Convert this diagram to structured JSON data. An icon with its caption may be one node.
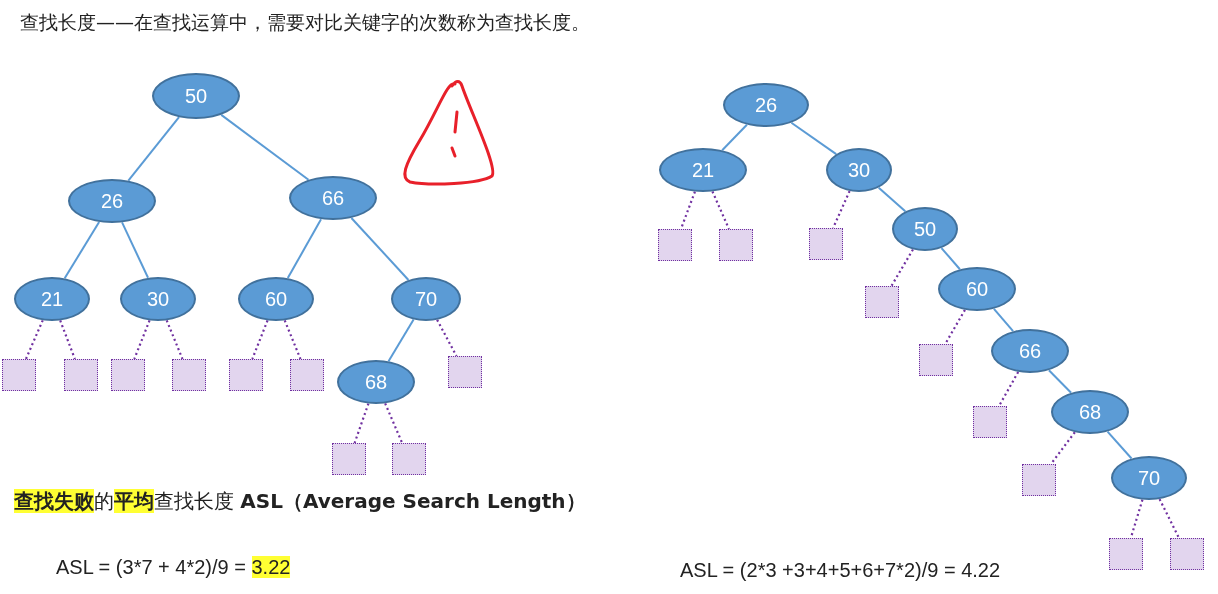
{
  "diagram": {
    "title": "查找长度——在查找运算中，需要对比关键字的次数称为查找长度。",
    "nodes": [
      {
        "text": [
          "50"
        ]
      },
      {
        "text": [
          "26"
        ]
      },
      {
        "text": [
          "66"
        ]
      },
      {
        "text": [
          "21"
        ]
      },
      {
        "text": [
          "30"
        ]
      },
      {
        "text": [
          "60"
        ]
      },
      {
        "text": [
          "70"
        ]
      },
      {
        "text": [
          "68"
        ]
      },
      {
        "text": [],
        "shape": "box"
      },
      {
        "text": [],
        "shape": "box"
      },
      {
        "text": [],
        "shape": "box"
      },
      {
        "text": [],
        "shape": "box"
      },
      {
        "text": [],
        "shape": "box"
      },
      {
        "text": [],
        "shape": "box"
      },
      {
        "text": [],
        "shape": "box"
      },
      {
        "text": [],
        "shape": "box"
      },
      {
        "text": [],
        "shape": "box"
      },
      {
        "text": [
          "26"
        ]
      },
      {
        "text": [
          "21"
        ]
      },
      {
        "text": [
          "30"
        ]
      },
      {
        "text": [
          "50"
        ]
      },
      {
        "text": [
          "60"
        ]
      },
      {
        "text": [
          "66"
        ]
      },
      {
        "text": [
          "68"
        ]
      },
      {
        "text": [
          "70"
        ]
      },
      {
        "text": [],
        "shape": "box"
      },
      {
        "text": [],
        "shape": "box"
      },
      {
        "text": [],
        "shape": "box"
      },
      {
        "text": [],
        "shape": "box"
      },
      {
        "text": [],
        "shape": "box"
      },
      {
        "text": [],
        "shape": "box"
      },
      {
        "text": [],
        "shape": "box"
      },
      {
        "text": [],
        "shape": "box"
      },
      {
        "text": [],
        "shape": "box"
      }
    ],
    "edges": [
      {
        "from": 0,
        "to": 1,
        "arrow": "none",
        "color": "#5b9bd5"
      },
      {
        "from": 0,
        "to": 2,
        "arrow": "none",
        "color": "#5b9bd5"
      },
      {
        "from": 1,
        "to": 3,
        "arrow": "none",
        "color": "#5b9bd5"
      },
      {
        "from": 1,
        "to": 4,
        "arrow": "none",
        "color": "#5b9bd5"
      },
      {
        "from": 2,
        "to": 5,
        "arrow": "none",
        "color": "#5b9bd5"
      },
      {
        "from": 2,
        "to": 6,
        "arrow": "none",
        "color": "#5b9bd5"
      },
      {
        "from": 6,
        "to": 7,
        "arrow": "none",
        "color": "#5b9bd5"
      },
      {
        "from": 3,
        "to": 8,
        "arrow": "none",
        "style": "dashed"
      },
      {
        "from": 3,
        "to": 9,
        "arrow": "none",
        "style": "dashed"
      },
      {
        "from": 4,
        "to": 10,
        "arrow": "none",
        "style": "dashed"
      },
      {
        "from": 4,
        "to": 11,
        "arrow": "none",
        "style": "dashed"
      },
      {
        "from": 5,
        "to": 12,
        "arrow": "none",
        "style": "dashed"
      },
      {
        "from": 5,
        "to": 13,
        "arrow": "none",
        "style": "dashed"
      },
      {
        "from": 6,
        "to": 14,
        "arrow": "none",
        "style": "dashed"
      },
      {
        "from": 7,
        "to": 15,
        "arrow": "none",
        "style": "dashed"
      },
      {
        "from": 7,
        "to": 16,
        "arrow": "none",
        "style": "dashed"
      },
      {
        "from": 17,
        "to": 18,
        "arrow": "none",
        "color": "#5b9bd5"
      },
      {
        "from": 17,
        "to": 19,
        "arrow": "none",
        "color": "#5b9bd5"
      },
      {
        "from": 19,
        "to": 20,
        "arrow": "none",
        "color": "#5b9bd5"
      },
      {
        "from": 20,
        "to": 21,
        "arrow": "none",
        "color": "#5b9bd5"
      },
      {
        "from": 21,
        "to": 22,
        "arrow": "none",
        "color": "#5b9bd5"
      },
      {
        "from": 22,
        "to": 23,
        "arrow": "none",
        "color": "#5b9bd5"
      },
      {
        "from": 23,
        "to": 24,
        "arrow": "none",
        "color": "#5b9bd5"
      },
      {
        "from": 18,
        "to": 25,
        "arrow": "none",
        "style": "dashed"
      },
      {
        "from": 18,
        "to": 26,
        "arrow": "none",
        "style": "dashed"
      },
      {
        "from": 19,
        "to": 27,
        "arrow": "none",
        "style": "dashed"
      },
      {
        "from": 20,
        "to": 28,
        "arrow": "none",
        "style": "dashed"
      },
      {
        "from": 21,
        "to": 29,
        "arrow": "none",
        "style": "dashed"
      },
      {
        "from": 22,
        "to": 30,
        "arrow": "none",
        "style": "dashed"
      },
      {
        "from": 23,
        "to": 31,
        "arrow": "none",
        "style": "dashed"
      },
      {
        "from": 24,
        "to": 32,
        "arrow": "none",
        "style": "dashed"
      },
      {
        "from": 24,
        "to": 33,
        "arrow": "none",
        "style": "dashed"
      }
    ],
    "labels": [
      "**查找失败**的**平均**查找长度 **ASL（Average Search Length）**",
      "ASL = (3*7 + 4*2)/9 = *3.22*",
      "ASL = (2*3 +3+4+5+6+7*2)/9 = 4.22"
    ]
  }
}
